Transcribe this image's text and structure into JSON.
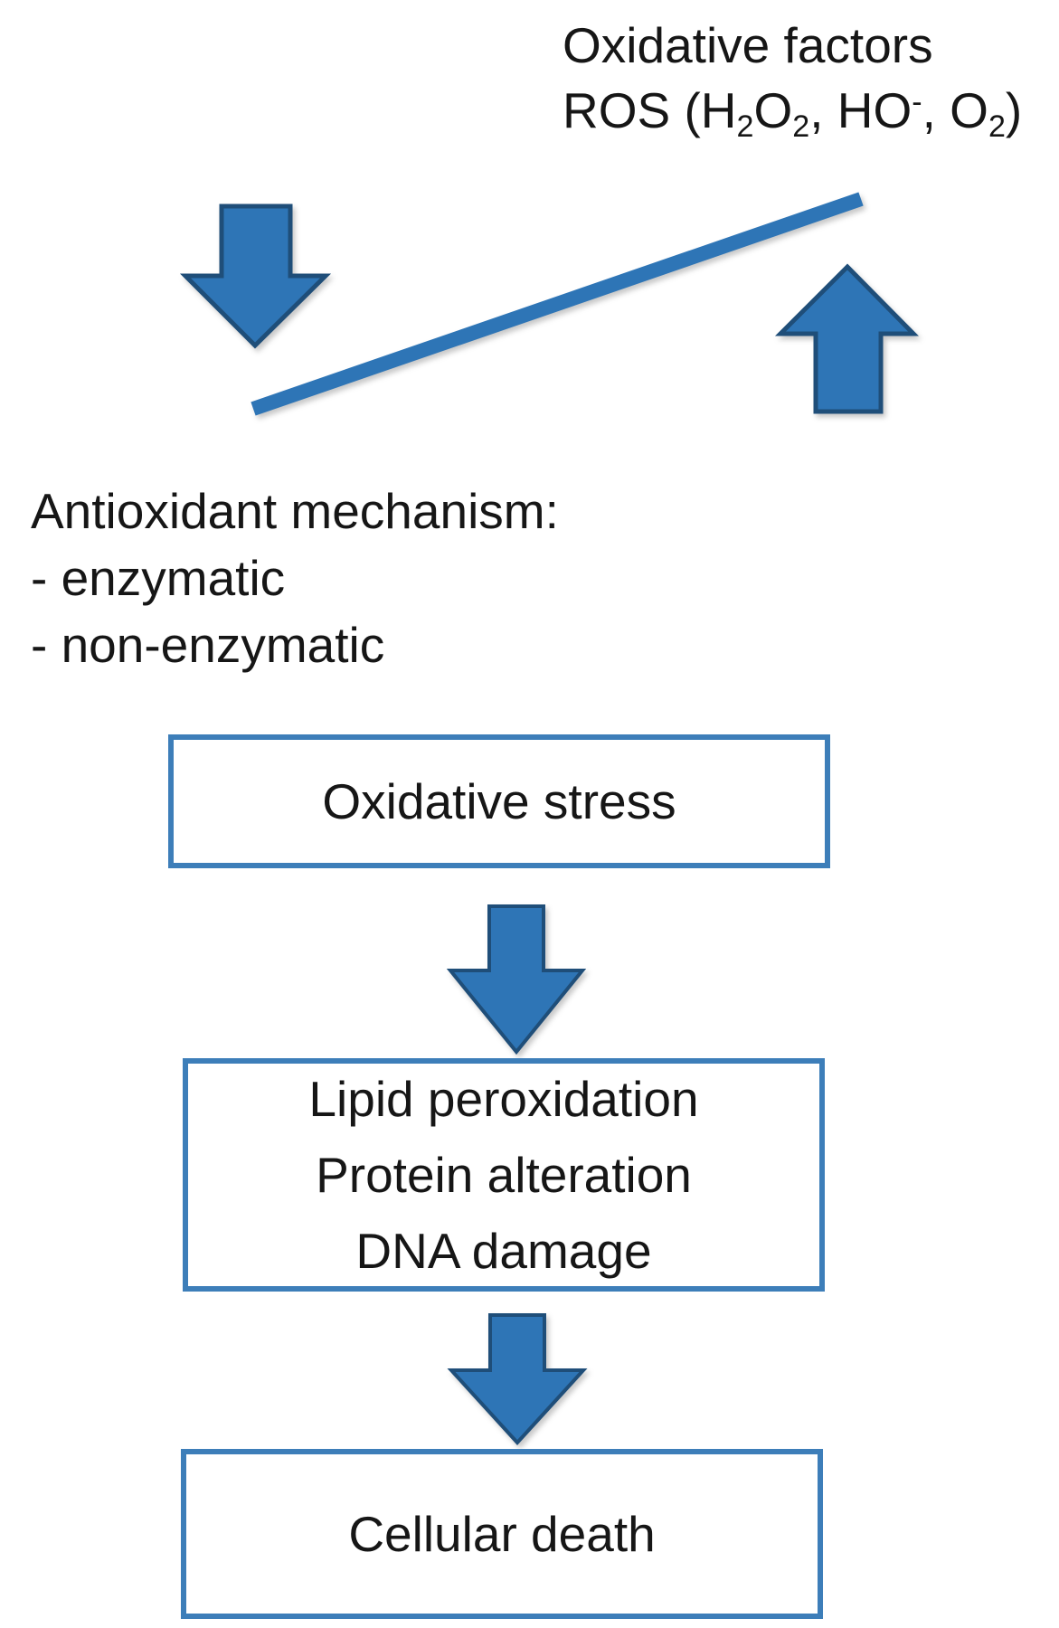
{
  "colors": {
    "arrow-fill": "#2E75B6",
    "arrow-stroke": "#1F4E79",
    "box-border": "#3D7EB9",
    "text": "#161616"
  },
  "header": {
    "line1": "Oxidative factors",
    "line2_rich": [
      {
        "t": "ROS (H"
      },
      {
        "t": "2",
        "s": "sub"
      },
      {
        "t": "O"
      },
      {
        "t": "2",
        "s": "sub"
      },
      {
        "t": ", HO"
      },
      {
        "t": "-",
        "s": "sup"
      },
      {
        "t": ", O"
      },
      {
        "t": "2",
        "s": "sub"
      },
      {
        "t": ")"
      }
    ]
  },
  "balance": {
    "left_icon": "down-arrow",
    "line_icon": "diagonal-balance-line",
    "right_icon": "up-arrow"
  },
  "antioxidant": {
    "title": "Antioxidant mechanism:",
    "items": [
      "- enzymatic",
      "- non-enzymatic"
    ]
  },
  "flow": {
    "box1_label": "Oxidative stress",
    "box2_lines": [
      "Lipid peroxidation",
      "Protein alteration",
      "DNA damage"
    ],
    "box3_label": "Cellular death",
    "connector_icon": "down-arrow"
  }
}
